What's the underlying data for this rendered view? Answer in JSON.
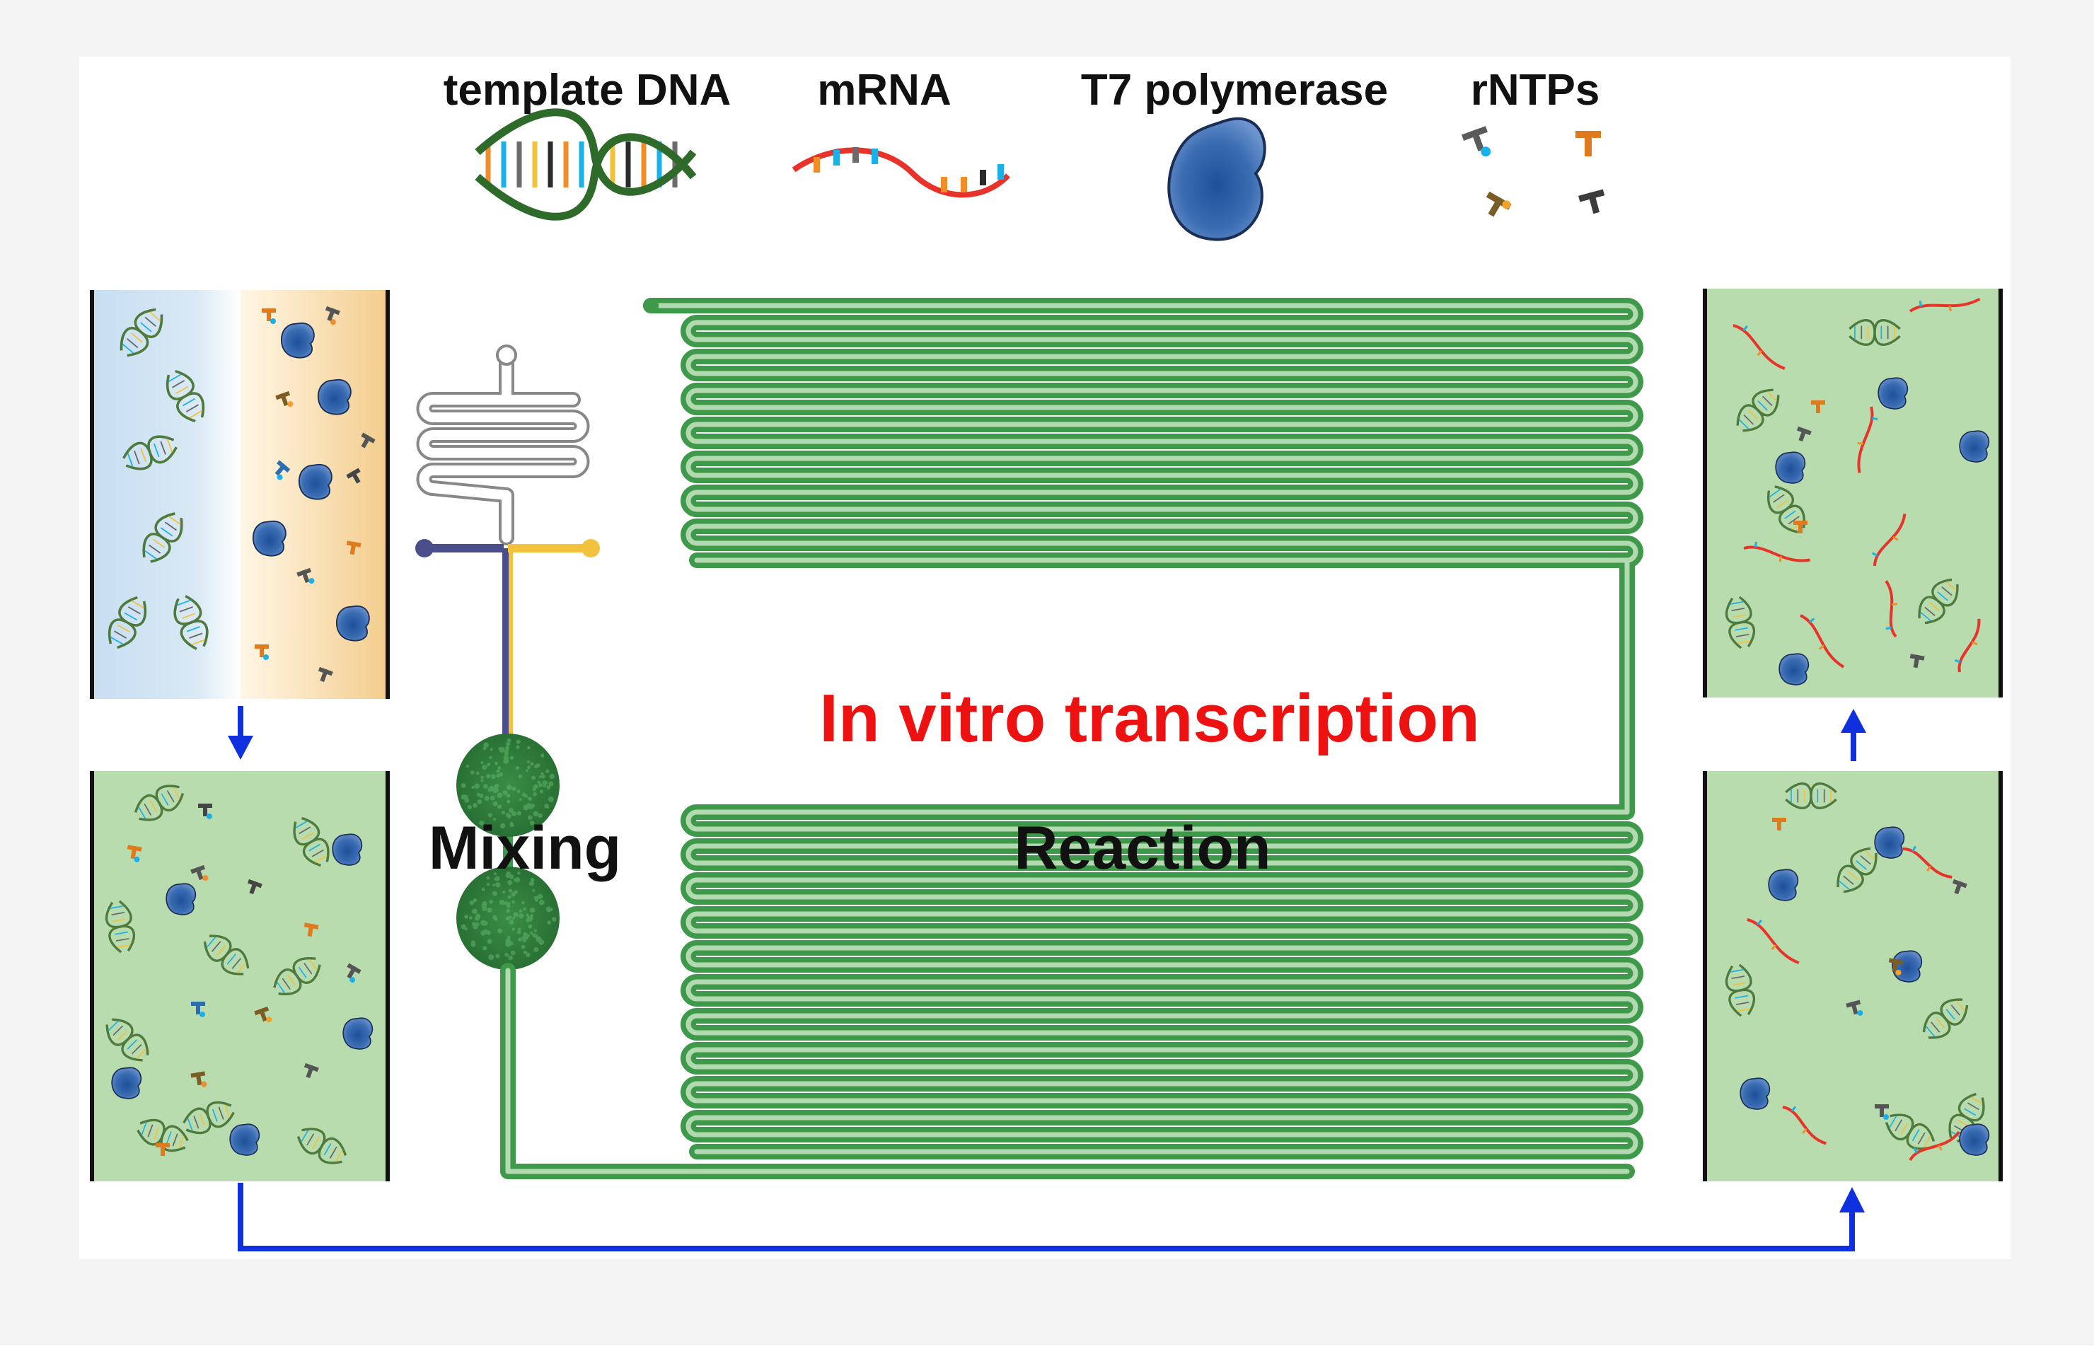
{
  "legend": {
    "template_dna": "template DNA",
    "mrna": "mRNA",
    "polymerase": "T7 polymerase",
    "rntps": "rNTPs"
  },
  "labels": {
    "mixing": "Mixing",
    "reaction": "Reaction",
    "ivt": "In vitro transcription"
  },
  "colors": {
    "channel_green": "#3e9a4a",
    "mixer_green": "#2f7d3c",
    "ivt_red": "#ee1111",
    "arrow_blue": "#1030e0",
    "dna_green": "#2e6b2a",
    "mrna_red": "#e8332a",
    "polymerase_blue": "#2f5da3",
    "panel_blue": "#cfe4f3",
    "panel_yellow": "#f6d9a6",
    "panel_green": "#b9dcae",
    "inlet_navy": "#4a4f8c",
    "inlet_yellow": "#f2c23e"
  }
}
